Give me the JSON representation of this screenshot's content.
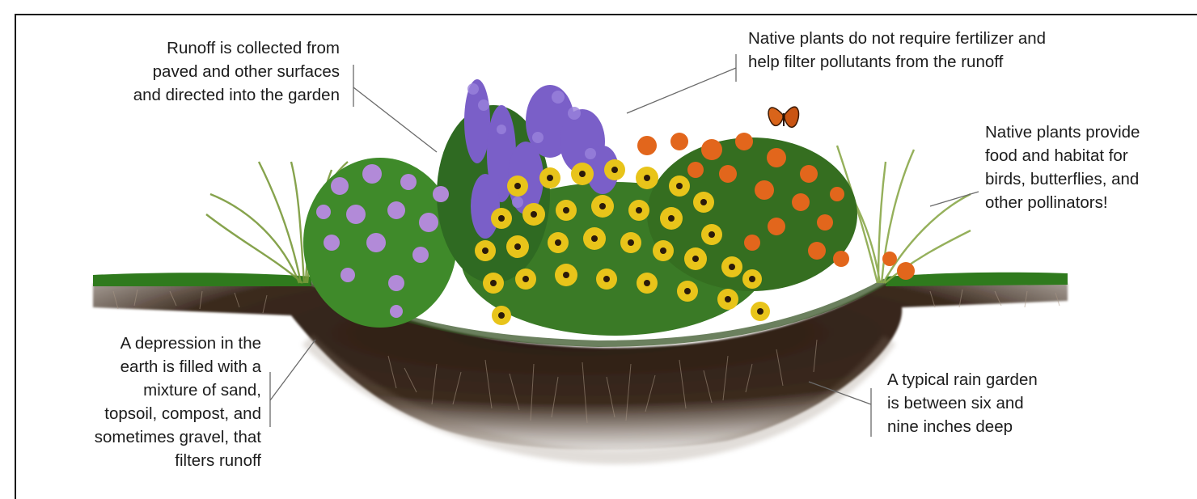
{
  "callouts": {
    "runoff": [
      "Runoff is collected from",
      "paved and other surfaces",
      "and directed into the garden"
    ],
    "native_filter": [
      "Native plants  do not require fertilizer and",
      "help filter pollutants from the runoff"
    ],
    "native_habitat": [
      "Native plants provide",
      "food and habitat for",
      "birds, butterflies, and",
      "other pollinators!"
    ],
    "depression": [
      "A depression in the",
      "earth is filled with a",
      "mixture of sand,",
      "topsoil, compost, and",
      "sometimes gravel, that",
      "filters runoff"
    ],
    "depth": [
      "A typical rain garden",
      "is between six and",
      "nine inches deep"
    ]
  },
  "colors": {
    "soil": "#3b2a1e",
    "grass": "#2f7a1d",
    "purple_flowers": "#8a6fd1",
    "lavender_flowers": "#b28ad8",
    "yellow_flowers": "#e8c41a",
    "orange_flowers": "#e2661c",
    "foliage": "#3f8a2a",
    "butterfly": "#d9641a"
  }
}
